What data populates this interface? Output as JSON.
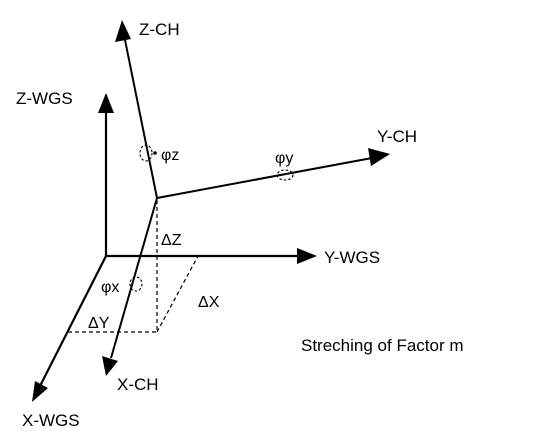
{
  "diagram": {
    "axes": {
      "z_ch": "Z-CH",
      "y_ch": "Y-CH",
      "x_ch": "X-CH",
      "z_wgs": "Z-WGS",
      "y_wgs": "Y-WGS",
      "x_wgs": "X-WGS"
    },
    "rotations": {
      "phi_z": "φz",
      "phi_y": "φy",
      "phi_x": "φx"
    },
    "translations": {
      "delta_z": "ΔZ",
      "delta_y": "ΔY",
      "delta_x": "ΔX"
    },
    "note": "Streching of Factor m"
  },
  "colors": {
    "line": "#000000",
    "background": "#ffffff"
  }
}
